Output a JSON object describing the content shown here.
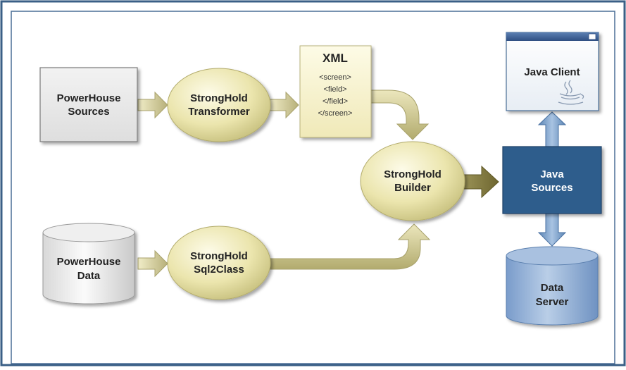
{
  "nodes": {
    "powerhouse_sources": {
      "line1": "PowerHouse",
      "line2": "Sources"
    },
    "stronghold_transformer": {
      "line1": "StrongHold",
      "line2": "Transformer"
    },
    "xml": {
      "title": "XML",
      "lines": [
        "<screen>",
        "<field>",
        "</field>",
        "</screen>"
      ]
    },
    "stronghold_builder": {
      "line1": "StrongHold",
      "line2": "Builder"
    },
    "java_client": {
      "label": "Java Client"
    },
    "java_sources": {
      "line1": "Java",
      "line2": "Sources"
    },
    "powerhouse_data": {
      "line1": "PowerHouse",
      "line2": "Data"
    },
    "stronghold_sql2class": {
      "line1": "StrongHold",
      "line2": "Sql2Class"
    },
    "data_server": {
      "line1": "Data",
      "line2": "Server"
    }
  },
  "colors": {
    "frame_border": "#3a5f86",
    "process_node": "#e9e3a6",
    "arrow": "#c8c28a",
    "java_sources_fill": "#2f5d8c",
    "data_server_fill": "#8fb0d6",
    "grey_node": "#e8e8e8"
  }
}
